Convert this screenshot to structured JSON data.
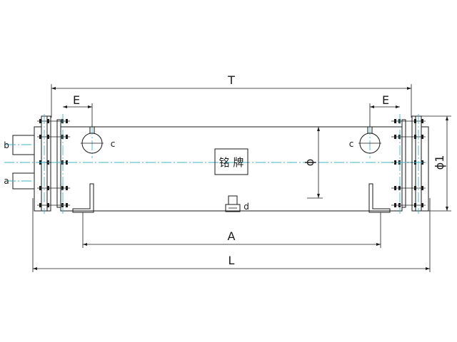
{
  "drawing": {
    "dimensions": {
      "T": "T",
      "E_left": "E",
      "E_right": "E",
      "A": "A",
      "L": "L",
      "phi": "ϕ",
      "phi1": "ϕ1"
    },
    "ports": {
      "a": "a",
      "b": "b",
      "c_left": "c",
      "c_right": "c",
      "d": "d"
    },
    "nameplate": "铭 牌",
    "colors": {
      "line": "#1a1a1a",
      "centerline": "#3fb6c8"
    }
  }
}
